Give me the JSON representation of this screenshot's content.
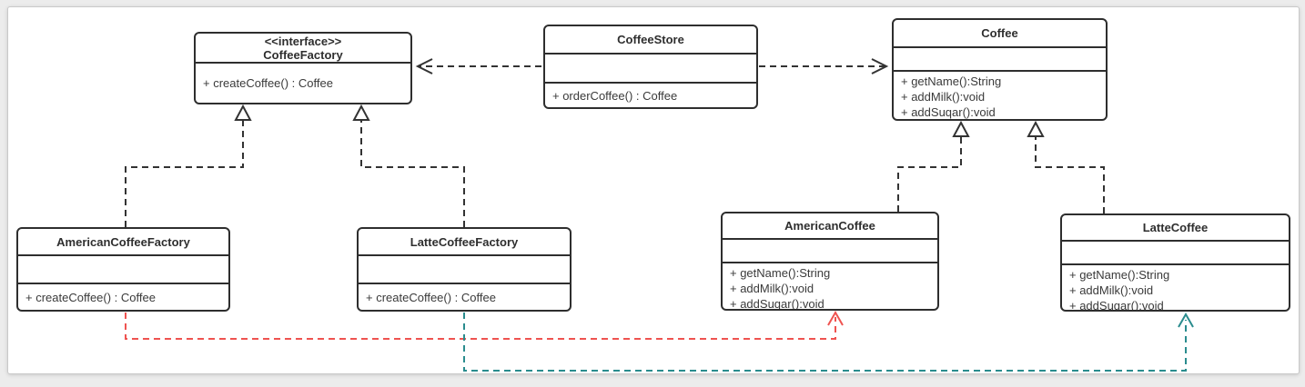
{
  "colors": {
    "line": "#333333",
    "box_border": "#2e2e2e",
    "red_dependency": "#ef5350",
    "teal_dependency": "#2a8c8e",
    "canvas_bg": "#ffffff",
    "page_bg": "#ececec"
  },
  "classes": {
    "coffee_factory": {
      "stereotype": "<<interface>>",
      "name": "CoffeeFactory",
      "methods": [
        "+ createCoffee() : Coffee"
      ]
    },
    "coffee_store": {
      "name": "CoffeeStore",
      "methods": [
        "+ orderCoffee() : Coffee"
      ]
    },
    "coffee": {
      "name": "Coffee",
      "methods": [
        "+ getName():String",
        "+ addMilk():void",
        "+ addSuqar():void"
      ]
    },
    "american_coffee_factory": {
      "name": "AmericanCoffeeFactory",
      "methods": [
        "+ createCoffee() : Coffee"
      ]
    },
    "latte_coffee_factory": {
      "name": "LatteCoffeeFactory",
      "methods": [
        "+ createCoffee() : Coffee"
      ]
    },
    "american_coffee": {
      "name": "AmericanCoffee",
      "methods": [
        "+ getName():String",
        "+ addMilk():void",
        "+ addSuqar():void"
      ]
    },
    "latte_coffee": {
      "name": "LatteCoffee",
      "methods": [
        "+ getName():String",
        "+ addMilk():void",
        "+ addSuqar():void"
      ]
    }
  },
  "relations": [
    {
      "from": "CoffeeStore",
      "to": "CoffeeFactory",
      "type": "dependency"
    },
    {
      "from": "CoffeeStore",
      "to": "Coffee",
      "type": "dependency"
    },
    {
      "from": "AmericanCoffeeFactory",
      "to": "CoffeeFactory",
      "type": "realization"
    },
    {
      "from": "LatteCoffeeFactory",
      "to": "CoffeeFactory",
      "type": "realization"
    },
    {
      "from": "AmericanCoffee",
      "to": "Coffee",
      "type": "realization"
    },
    {
      "from": "LatteCoffee",
      "to": "Coffee",
      "type": "realization"
    },
    {
      "from": "AmericanCoffeeFactory",
      "to": "AmericanCoffee",
      "type": "dependency",
      "color": "#ef5350"
    },
    {
      "from": "LatteCoffeeFactory",
      "to": "LatteCoffee",
      "type": "dependency",
      "color": "#2a8c8e"
    }
  ]
}
